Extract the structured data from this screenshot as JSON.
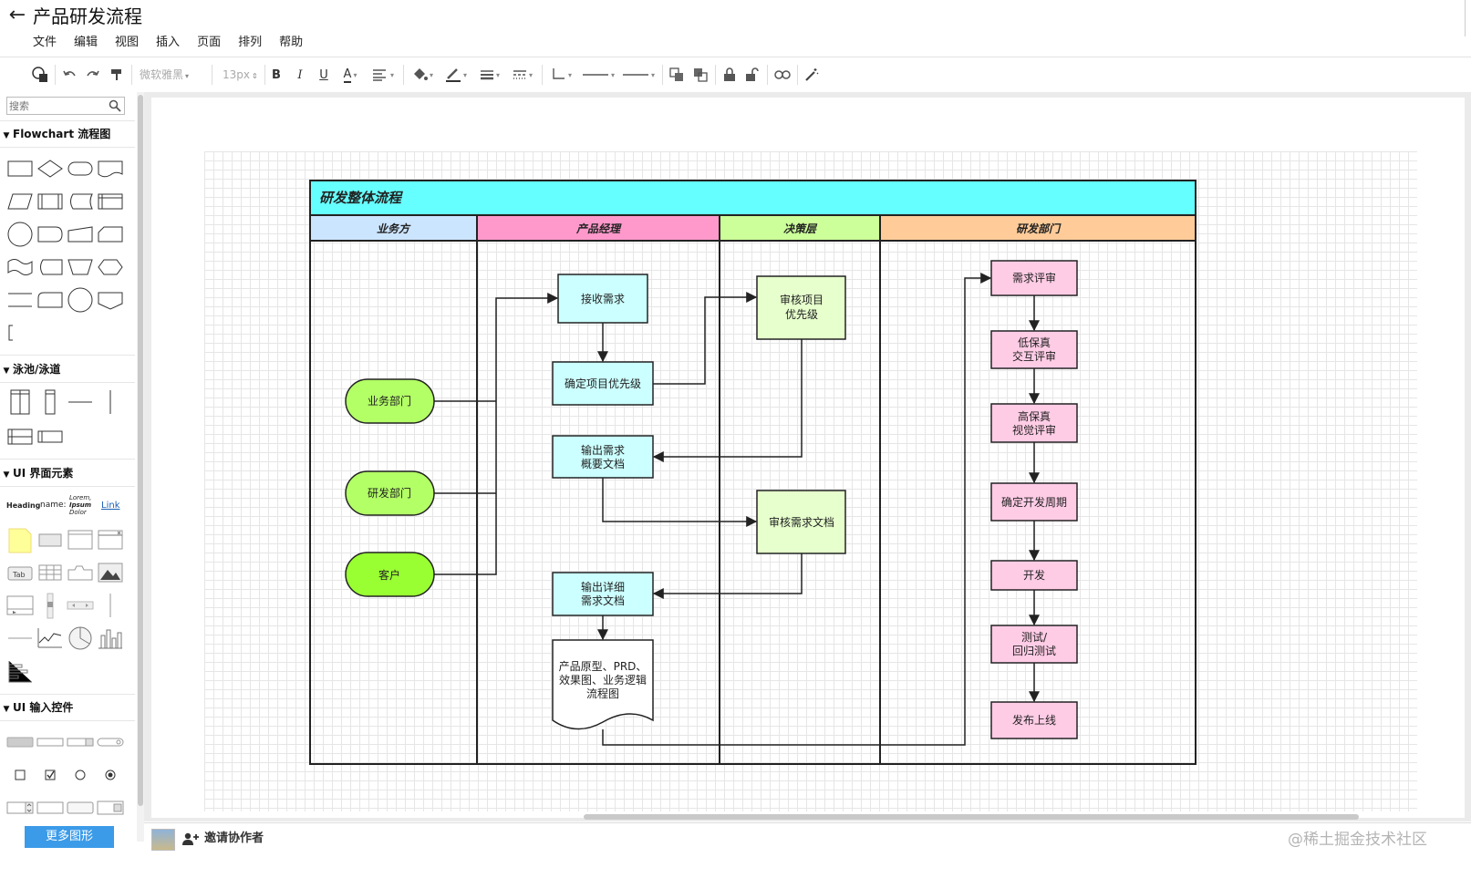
{
  "app": {
    "doc_title": "产品研发流程",
    "menu": [
      "文件",
      "编辑",
      "视图",
      "插入",
      "页面",
      "排列",
      "帮助"
    ]
  },
  "toolbar": {
    "font_family": "微软雅黑",
    "font_size": "13px",
    "bold": "B",
    "italic": "I",
    "underline": "U",
    "font_color": "A"
  },
  "sidebar": {
    "search_placeholder": "搜索",
    "sections": [
      {
        "title": "Flowchart 流程图"
      },
      {
        "title": "泳池/泳道"
      },
      {
        "title": "UI 界面元素"
      },
      {
        "title": "UI 输入控件"
      }
    ],
    "ui_samples": {
      "heading": "Heading",
      "name": "name:",
      "lorem": [
        "Lorem,",
        "Ipsum",
        "Dolor"
      ],
      "link": "Link",
      "tab": "Tab"
    },
    "more_shapes": "更多图形"
  },
  "bottom": {
    "invite": "邀请协作者",
    "watermark": "@稀土掘金技术社区"
  },
  "diagram": {
    "title": "研发整体流程",
    "lanes": [
      "业务方",
      "产品经理",
      "决策层",
      "研发部门"
    ],
    "colors": {
      "title_bg": "#66ffff",
      "lane_business": "#cce5ff",
      "lane_pm": "#ff99cc",
      "lane_decision": "#ccff99",
      "lane_rd": "#ffcc99",
      "node_green": "#b3ff66",
      "node_green2": "#99ff33",
      "node_cyan": "#ccffff",
      "node_lightgreen": "#e6ffcc",
      "node_pink": "#ffcce6"
    },
    "nodes": {
      "biz_dept": "业务部门",
      "rd_dept": "研发部门",
      "customer": "客户",
      "receive_req": "接收需求",
      "confirm_priority": "确定项目优先级",
      "output_summary": [
        "输出需求",
        "概要文档"
      ],
      "output_detail": [
        "输出详细",
        "需求文档"
      ],
      "deliverables": [
        "产品原型、PRD、",
        "效果图、业务逻辑",
        "流程图"
      ],
      "review_priority": [
        "审核项目",
        "优先级"
      ],
      "review_doc": "审核需求文档",
      "req_review": "需求评审",
      "lofi_review": [
        "低保真",
        "交互评审"
      ],
      "hifi_review": [
        "高保真",
        "视觉评审"
      ],
      "dev_cycle": "确定开发周期",
      "develop": "开发",
      "test": [
        "测试/",
        "回归测试"
      ],
      "release": "发布上线"
    }
  }
}
